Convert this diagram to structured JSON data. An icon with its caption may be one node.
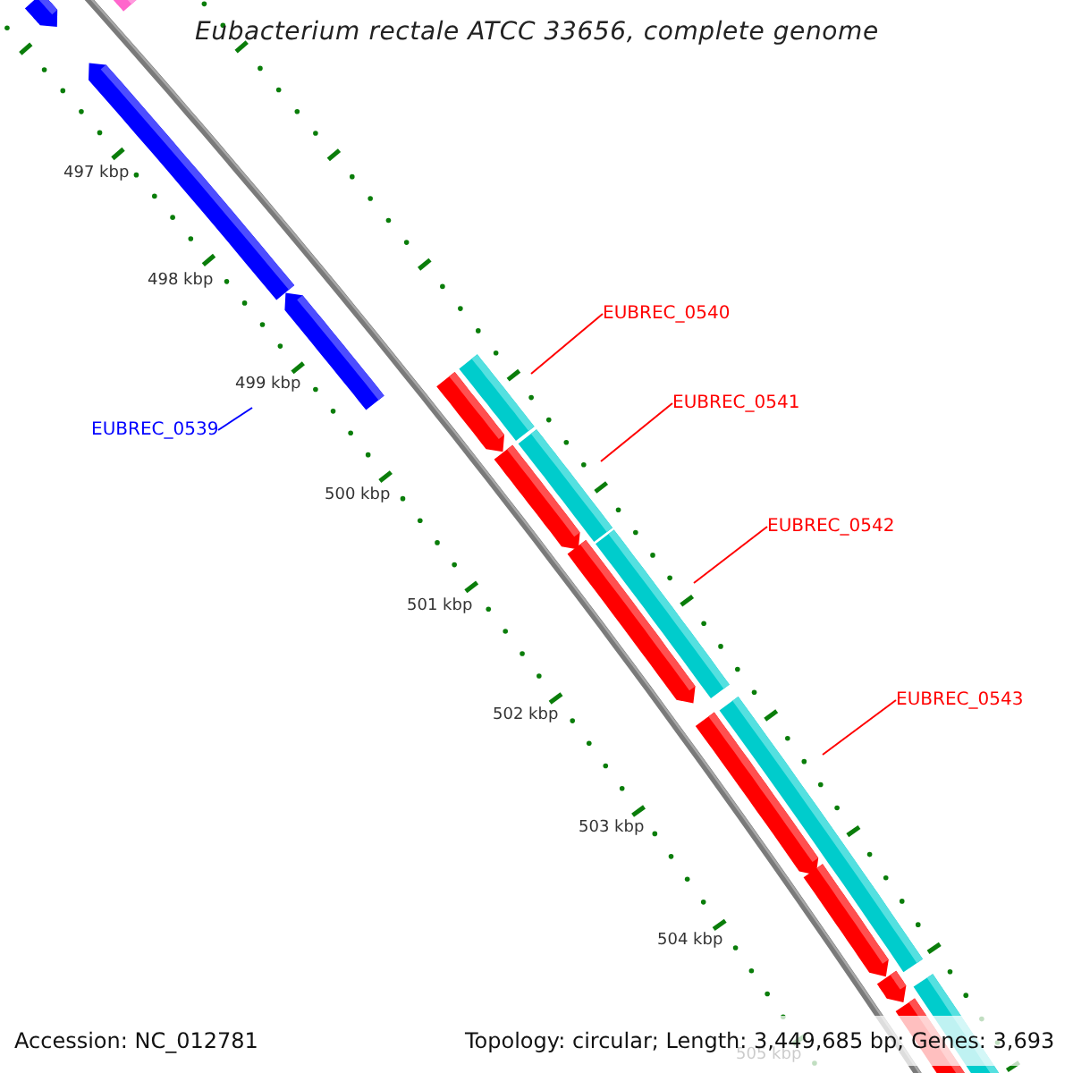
{
  "diagram": {
    "title": "Eubacterium rectale ATCC 33656, complete genome",
    "nodes": [
      {
        "text": [
          "EUBREC_0539"
        ]
      },
      {
        "text": [
          "EUBREC_0540"
        ]
      },
      {
        "text": [
          "EUBREC_0541"
        ]
      },
      {
        "text": [
          "EUBREC_0542"
        ]
      },
      {
        "text": [
          "EUBREC_0543"
        ]
      }
    ],
    "edges": [
      {
        "from": 0,
        "to": null,
        "arrow": "none",
        "color": "#0000ff"
      },
      {
        "from": 1,
        "to": null,
        "arrow": "none"
      },
      {
        "from": 2,
        "to": null,
        "arrow": "none"
      },
      {
        "from": 3,
        "to": null,
        "arrow": "none"
      },
      {
        "from": 4,
        "to": null,
        "arrow": "none"
      }
    ],
    "labels": [
      "497 kbp",
      "498 kbp",
      "499 kbp",
      "500 kbp",
      "501 kbp",
      "502 kbp",
      "503 kbp",
      "504 kbp",
      "505 kbp",
      "Accession: NC_012781",
      "Topology: circular; Length: 3,449,685 bp; Genes: 3,693"
    ]
  }
}
